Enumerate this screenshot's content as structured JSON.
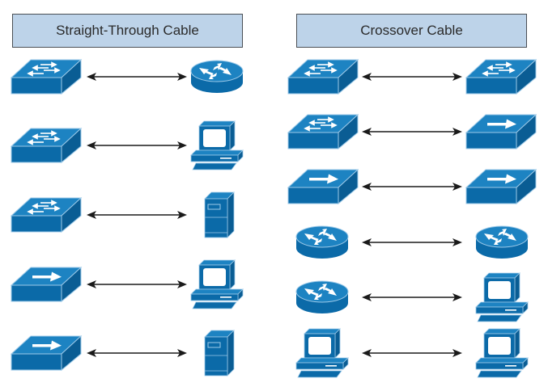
{
  "colors": {
    "device_fill": "#0b6aa8",
    "device_top": "#1d83c2",
    "device_side": "#0a5d94",
    "device_edge": "#9cc9e8",
    "header_fill": "#bdd3e9",
    "header_border": "#4a4f55",
    "cable": "#1a1a1a"
  },
  "straight_through": {
    "title": "Straight-Through Cable",
    "rows": [
      {
        "left": "switch",
        "right": "router"
      },
      {
        "left": "switch",
        "right": "pc"
      },
      {
        "left": "switch",
        "right": "server"
      },
      {
        "left": "hub",
        "right": "pc"
      },
      {
        "left": "hub",
        "right": "server"
      }
    ]
  },
  "crossover": {
    "title": "Crossover Cable",
    "rows": [
      {
        "left": "switch",
        "right": "switch"
      },
      {
        "left": "switch",
        "right": "hub"
      },
      {
        "left": "hub",
        "right": "hub"
      },
      {
        "left": "router",
        "right": "router"
      },
      {
        "left": "router",
        "right": "pc"
      },
      {
        "left": "pc",
        "right": "pc"
      }
    ]
  },
  "icons": {
    "switch": "switch-icon",
    "hub": "hub-icon",
    "router": "router-icon",
    "pc": "pc-icon",
    "server": "server-icon"
  }
}
